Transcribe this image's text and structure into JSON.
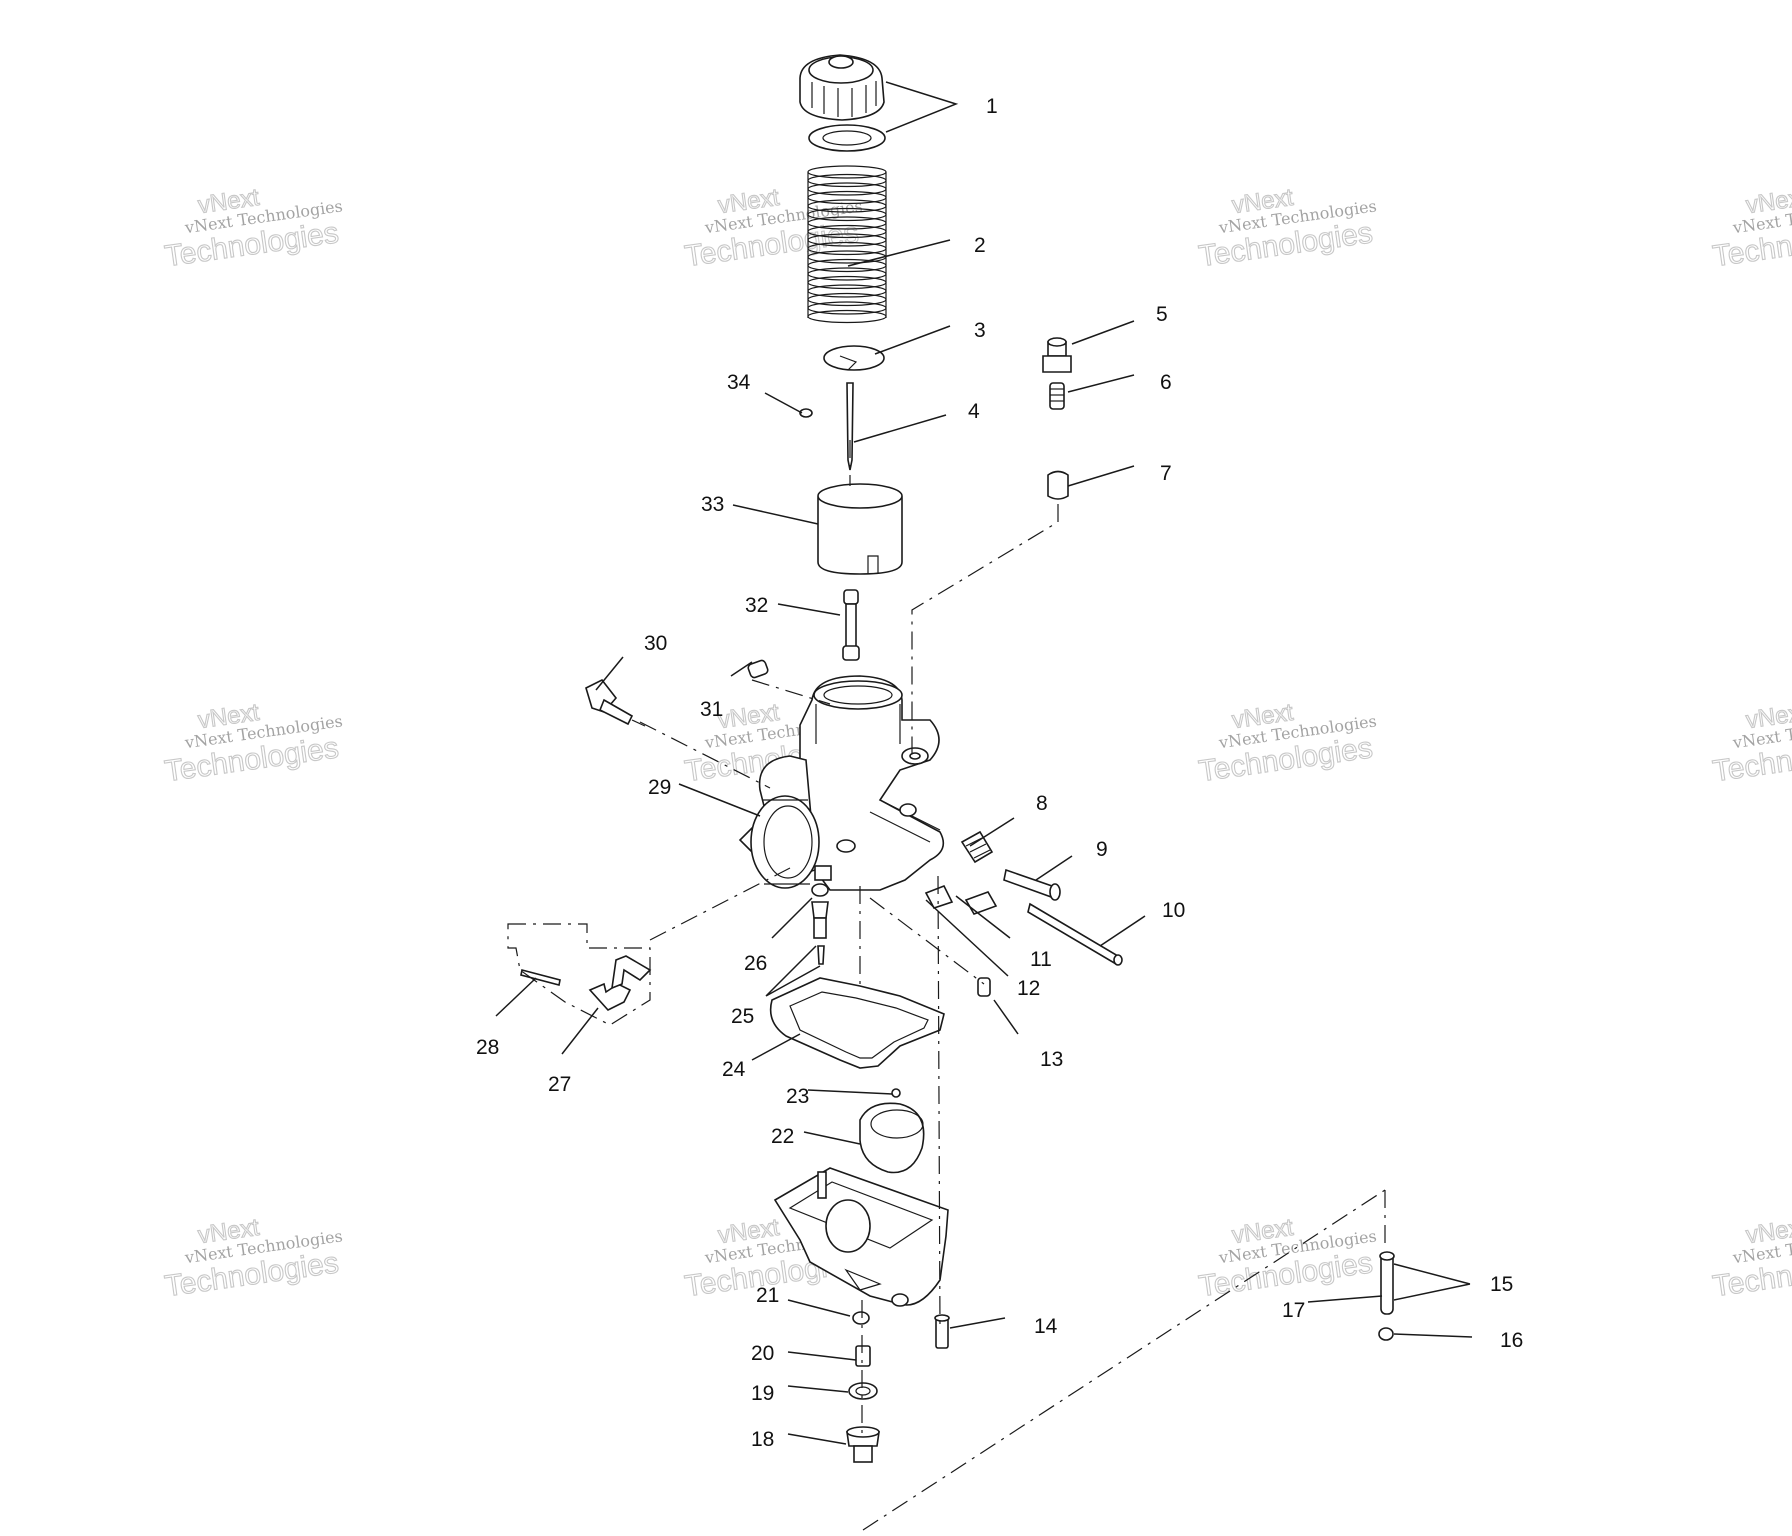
{
  "callouts": [
    "1",
    "2",
    "3",
    "4",
    "5",
    "6",
    "7",
    "8",
    "9",
    "10",
    "11",
    "12",
    "13",
    "14",
    "15",
    "16",
    "17",
    "18",
    "19",
    "20",
    "21",
    "22",
    "23",
    "24",
    "25",
    "26",
    "27",
    "28",
    "29",
    "30",
    "31",
    "32",
    "33",
    "34"
  ],
  "watermark": {
    "small": "vNext Technologies",
    "large": "Technologies",
    "top": "vNext"
  }
}
